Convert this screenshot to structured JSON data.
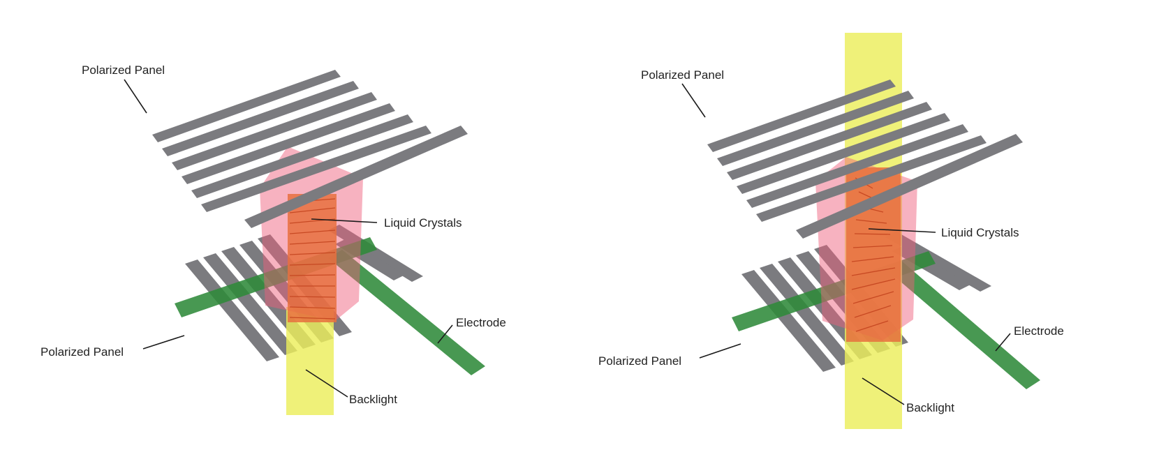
{
  "diagrams": [
    {
      "state": "off",
      "labels": {
        "top_panel": "Polarized Panel",
        "liquid_crystals": "Liquid Crystals",
        "electrode": "Electrode",
        "bottom_panel": "Polarized Panel",
        "backlight": "Backlight"
      }
    },
    {
      "state": "on",
      "labels": {
        "top_panel": "Polarized Panel",
        "liquid_crystals": "Liquid Crystals",
        "electrode": "Electrode",
        "bottom_panel": "Polarized Panel",
        "backlight": "Backlight"
      }
    }
  ],
  "colors": {
    "polarizer_slats": "#7b7b7f",
    "electrode": "#2f8a3a",
    "backlight": "#ecee5c",
    "liquid_crystal_cell": "#ef5f7c",
    "liquid_crystal_core": "#e8703e"
  }
}
